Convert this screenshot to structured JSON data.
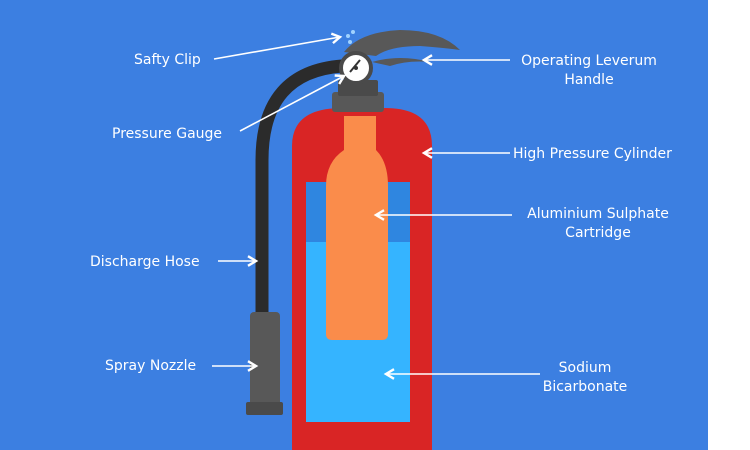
{
  "colors": {
    "background": "#3c7fe1",
    "cylinder": "#d92525",
    "cartridge": "#fa8c4b",
    "solution": "#35b4ff",
    "solution_top": "#2f86e0",
    "hose": "#2b2b2b",
    "metal": "#585858",
    "arrow": "#ffffff"
  },
  "labels": {
    "safety_clip": "Safty Clip",
    "pressure_gauge": "Pressure Gauge",
    "discharge_hose": "Discharge Hose",
    "spray_nozzle": "Spray Nozzle",
    "operating_lever": "Operating Leverum\nHandle",
    "high_pressure_cylinder": "High Pressure Cylinder",
    "cartridge": "Aluminium Sulphate\nCartridge",
    "sodium_bicarbonate": "Sodium\nBicarbonate"
  }
}
